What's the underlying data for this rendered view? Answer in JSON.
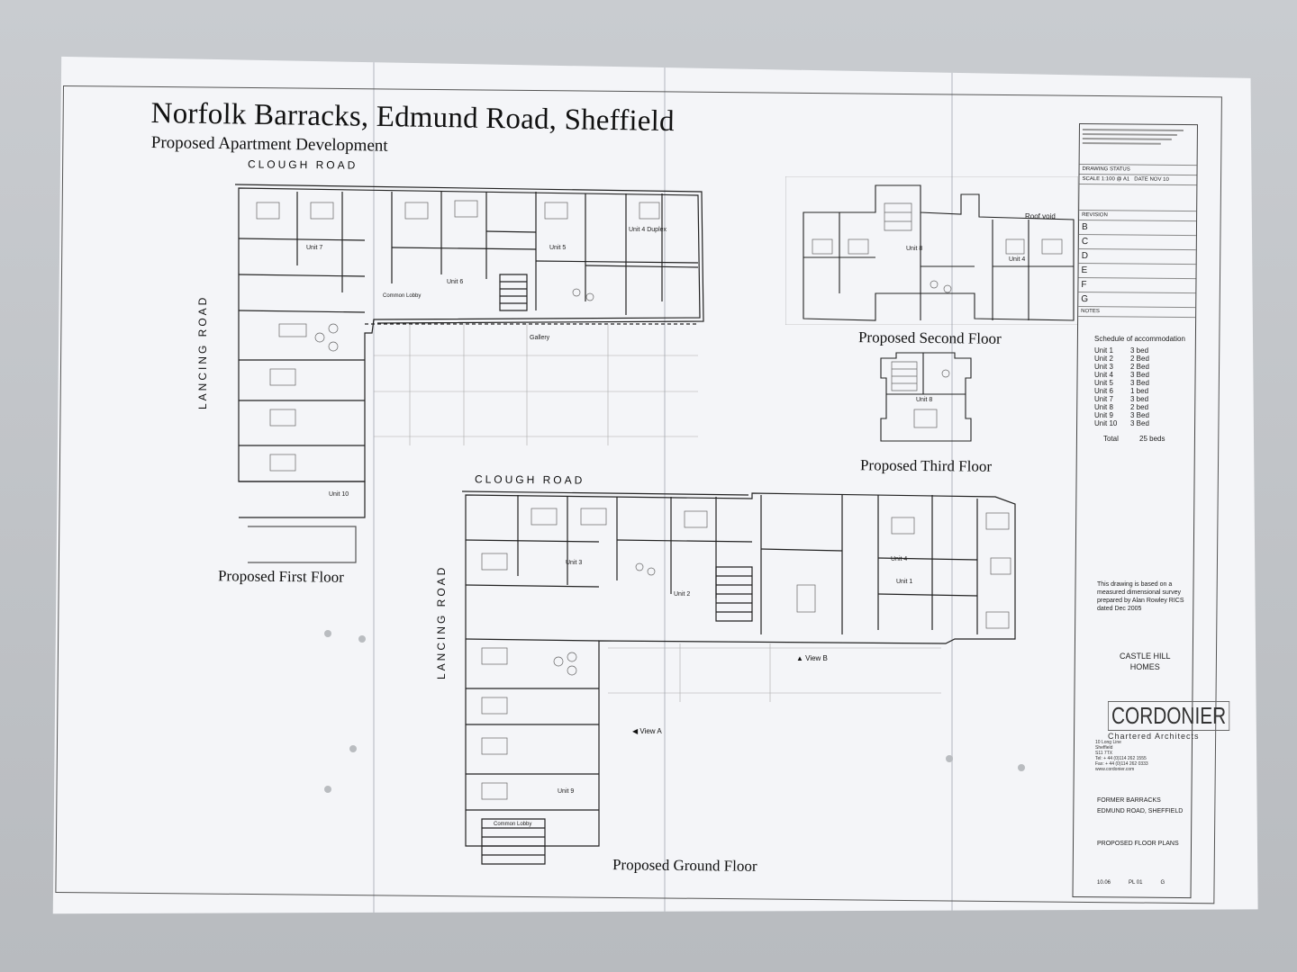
{
  "title": "Norfolk Barracks, Edmund Road, Sheffield",
  "subtitle": "Proposed Apartment Development",
  "roads": {
    "clough_top": "CLOUGH ROAD",
    "lancing_left": "LANCING ROAD",
    "clough_ground": "CLOUGH ROAD",
    "lancing_ground": "LANCING ROAD"
  },
  "plan_labels": {
    "first": "Proposed First Floor",
    "second": "Proposed Second Floor",
    "third": "Proposed Third Floor",
    "ground": "Proposed Ground Floor"
  },
  "room_labels": {
    "unit7": "Unit 7",
    "unit6": "Unit 6",
    "unit5": "Unit 5",
    "unit4_duplex": "Unit 4 Duplex",
    "unit10": "Unit 10",
    "unit8": "Unit 8",
    "unit8_third": "Unit 8",
    "unit3": "Unit 3",
    "unit2": "Unit 2",
    "unit4": "Unit 4",
    "unit1": "Unit 1",
    "unit9": "Unit 9",
    "gallery": "Gallery",
    "common_lobby": "Common Lobby",
    "roof_void": "Roof void",
    "view_a": "View A",
    "view_b": "View B"
  },
  "title_block": {
    "drawing_status": "DRAWING STATUS",
    "scale": "1:100 @ A1",
    "date": "NOV 10",
    "revision": "REVISION",
    "revisions": [
      "B",
      "C",
      "D",
      "E",
      "F",
      "G"
    ],
    "notes": "NOTES"
  },
  "schedule": {
    "heading": "Schedule of accommodation",
    "units": [
      {
        "unit": "Unit 1",
        "beds": "3 bed"
      },
      {
        "unit": "Unit 2",
        "beds": "2 Bed"
      },
      {
        "unit": "Unit 3",
        "beds": "2 Bed"
      },
      {
        "unit": "Unit 4",
        "beds": "3 Bed"
      },
      {
        "unit": "Unit 5",
        "beds": "3 Bed"
      },
      {
        "unit": "Unit 6",
        "beds": "1 bed"
      },
      {
        "unit": "Unit 7",
        "beds": "3 bed"
      },
      {
        "unit": "Unit 8",
        "beds": "2 bed"
      },
      {
        "unit": "Unit 9",
        "beds": "3 Bed"
      },
      {
        "unit": "Unit 10",
        "beds": "3 Bed"
      }
    ],
    "total_label": "Total",
    "total_value": "25 beds"
  },
  "survey_note": "This drawing is based on a measured dimensional survey prepared by Alan Rowley RICS dated Dec 2005",
  "client": {
    "line1": "CASTLE HILL",
    "line2": "HOMES"
  },
  "architect": {
    "brand": "CORDONIER",
    "tagline": "Chartered Architects",
    "address": [
      "10 Long Line",
      "Sheffield",
      "S11 7TX",
      "Tel: + 44 (0)114 262 1555",
      "Fax: + 44 (0)114 262 0333",
      "www.cordonier.com"
    ]
  },
  "project": {
    "line1": "FORMER BARRACKS",
    "line2": "EDMUND ROAD, SHEFFIELD"
  },
  "drawing_title": "PROPOSED FLOOR PLANS",
  "numbers": {
    "job": "10.06",
    "drawing": "PL 01",
    "revision": "G"
  }
}
